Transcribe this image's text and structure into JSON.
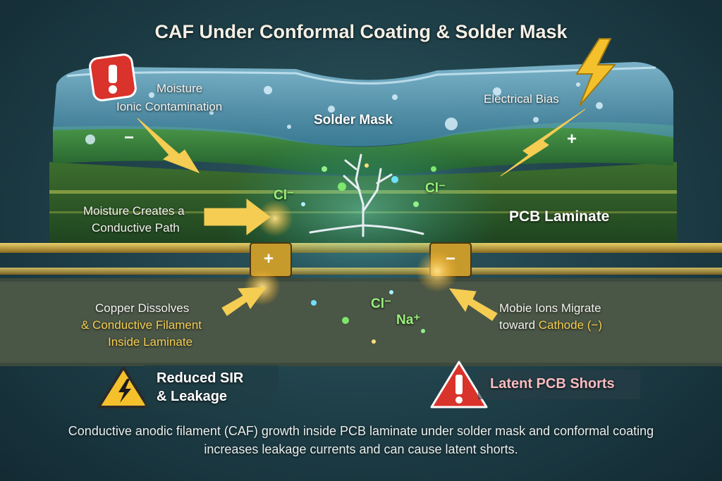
{
  "title": "CAF Under Conformal Coating & Solder Mask",
  "labels": {
    "moisture_line1": "Moisture",
    "moisture_line2": "Ionic Contamination",
    "electrical_bias": "Electrical Bias",
    "solder_mask": "Solder Mask",
    "pcb_laminate": "PCB Laminate",
    "path_line1": "Moisture Creates a",
    "path_line2": "Conductive Path",
    "copper_line1": "Copper Dissolves",
    "copper_line2": "& Conductive Filament",
    "copper_line3": "Inside Laminate",
    "mobile_line1": "Mobie Ions Migrate",
    "mobile_line2_prefix": "toward ",
    "mobile_line2_highlight": "Cathode (−)",
    "reduced_line1": "Reduced SIR",
    "reduced_line2": "& Leakage",
    "latent": "Latent PCB Shorts"
  },
  "ions": {
    "cl_left": "Cl⁻",
    "cl_right": "Cl⁻",
    "cl_low": "Cl⁻",
    "na": "Na⁺"
  },
  "polarity": {
    "minus_left": "−",
    "plus_right": "+",
    "anode": "+",
    "cathode": "−"
  },
  "caption": "Conductive anodic filament (CAF) growth inside PCB laminate under solder mask and conformal coating increases leakage currents and can cause latent shorts.",
  "colors": {
    "coating": "#5fa7c6",
    "solder_mask": "#2f7a3c",
    "laminate": "#2c5a2a",
    "copper": "#b8952e",
    "accent_yellow": "#f4cd52",
    "warning_red": "#d9332b"
  },
  "icons": [
    "warning-exclamation-icon",
    "lightning-bolt-icon",
    "high-voltage-warning-icon",
    "red-exclamation-triangle-icon"
  ]
}
